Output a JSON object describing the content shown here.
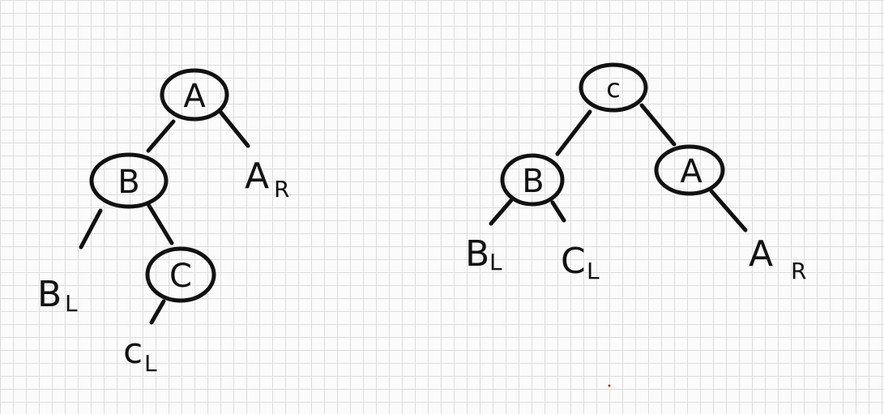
{
  "colors": {
    "ink": "#111111",
    "paper": "#fbfbfb",
    "grid": "#dcdcdc"
  },
  "trees": [
    {
      "nodes": [
        {
          "id": "A",
          "label": "A"
        },
        {
          "id": "B",
          "label": "B"
        },
        {
          "id": "C",
          "label": "C"
        }
      ],
      "leaves": [
        {
          "id": "AR",
          "main": "A",
          "sub": "R"
        },
        {
          "id": "BL",
          "main": "B",
          "sub": "L"
        },
        {
          "id": "CL",
          "main": "c",
          "sub": "L"
        }
      ]
    },
    {
      "nodes": [
        {
          "id": "C",
          "label": "c"
        },
        {
          "id": "B",
          "label": "B"
        },
        {
          "id": "A",
          "label": "A"
        }
      ],
      "leaves": [
        {
          "id": "BL",
          "main": "B",
          "sub": "L"
        },
        {
          "id": "CL",
          "main": "C",
          "sub": "L"
        },
        {
          "id": "AR",
          "main": "A",
          "sub": "R"
        }
      ]
    }
  ]
}
